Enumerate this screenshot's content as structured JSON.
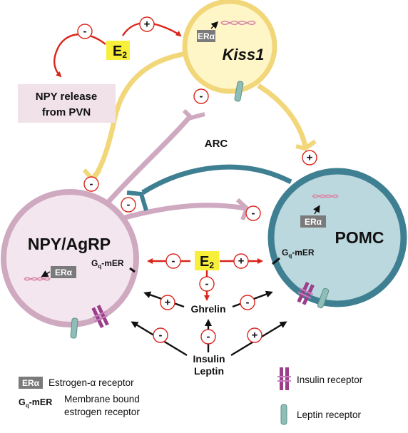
{
  "nodes": {
    "kiss1": "Kiss1",
    "npy": "NPY/AgRP",
    "pomc": "POMC",
    "arc": "ARC",
    "npy_release_line1": "NPY release",
    "npy_release_line2": "from PVN",
    "e2_top": "E",
    "e2_center": "E",
    "e2_sub": "2",
    "ghrelin": "Ghrelin",
    "insulin": "Insulin",
    "leptin": "Leptin"
  },
  "receptors": {
    "eralpha": "ERα",
    "gq_main": "G",
    "gq_sub": "q",
    "mer": "-mER"
  },
  "signs": {
    "plus": "+",
    "minus": "-"
  },
  "legend": {
    "er_label": "Estrogen-α receptor",
    "membrane_line1": "Membrane bound",
    "membrane_line2": "estrogen receptor",
    "insulin_receptor": "Insulin receptor",
    "leptin_receptor": "Leptin receptor"
  },
  "colors": {
    "kiss1_fill": "#fff6c8",
    "kiss1_stroke": "#f2d77a",
    "npy_fill": "#f3e6ee",
    "npy_stroke": "#cfa9c0",
    "pomc_fill": "#bcd8df",
    "pomc_stroke": "#3f7f92",
    "e2_fill": "#f7ef3a",
    "red": "#d9261c",
    "npy_release_bg": "#f0e2e8",
    "insulin_receptor": "#9b3f8a",
    "leptin_receptor": "#8fbdb7"
  }
}
